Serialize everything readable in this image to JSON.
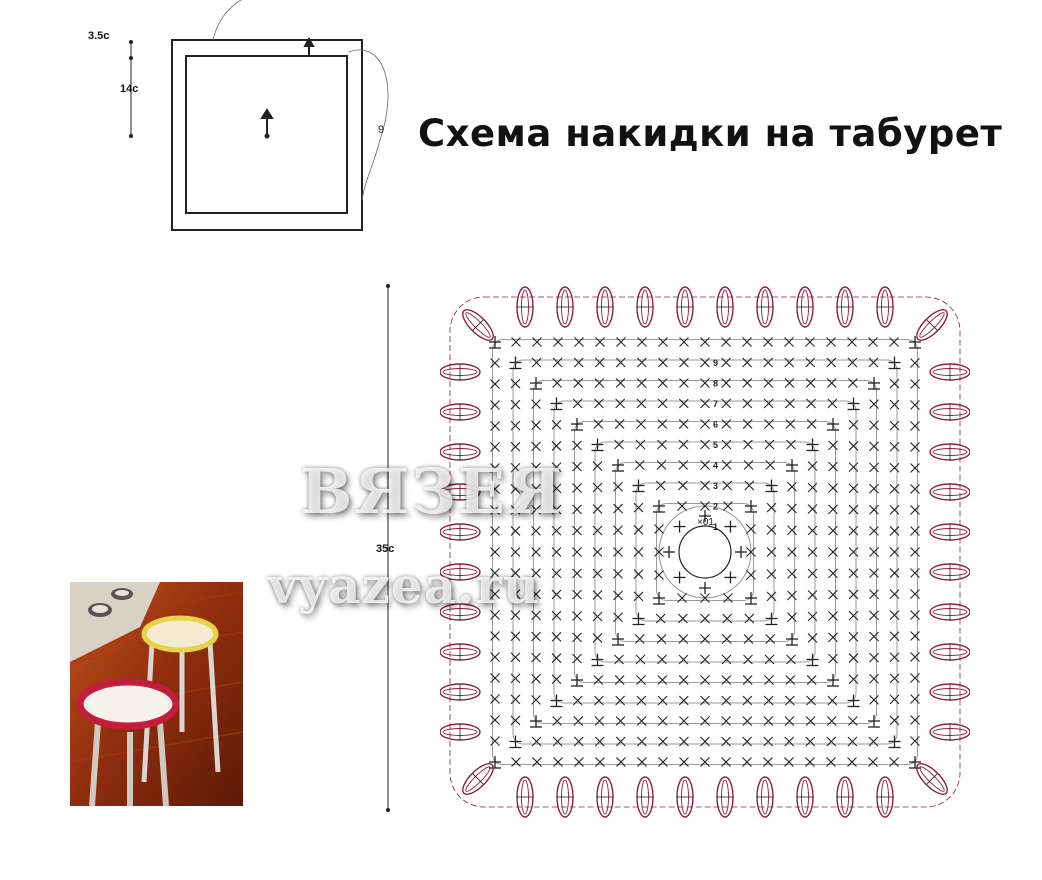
{
  "title": "Схема накидки на табурет",
  "small_diagram": {
    "label_top": "3.5c",
    "label_mid": "14c",
    "label_side": "9"
  },
  "main_diagram": {
    "height_label": "35c",
    "rows": [
      "9",
      "8",
      "7",
      "6",
      "5",
      "4",
      "3",
      "2",
      "1"
    ],
    "start_label": "×01"
  },
  "watermark": {
    "line1": "ВЯЗЕЯ",
    "line2": "vyazea.ru"
  },
  "colors": {
    "ink": "#222222",
    "petal": "#8a1f44",
    "grid": "#9a9a9a"
  }
}
